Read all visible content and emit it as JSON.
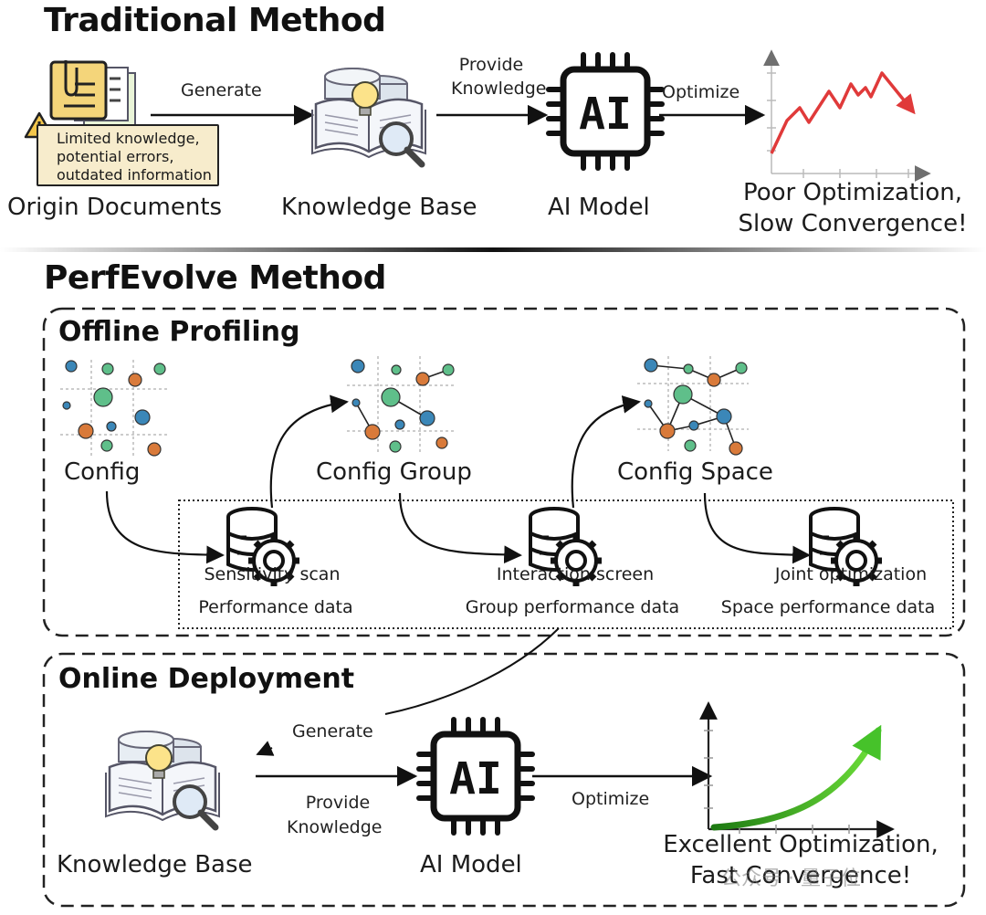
{
  "traditional": {
    "title": "Traditional Method",
    "origin_label": "Origin Documents",
    "warning_lines": [
      "Limited knowledge,",
      "potential errors,",
      "outdated information"
    ],
    "generate_label": "Generate",
    "kb_label": "Knowledge Base",
    "provide_label_1": "Provide",
    "provide_label_2": "Knowledge",
    "ai_label": "AI Model",
    "optimize_label": "Optimize",
    "result_line_1": "Poor Optimization,",
    "result_line_2": "Slow Convergence!",
    "chip_text": "AI"
  },
  "perfevolve": {
    "title": "PerfEvolve Method",
    "offline": {
      "title": "Offline Profiling",
      "config_label": "Config",
      "group_label": "Config Group",
      "space_label": "Config Space",
      "stages": [
        {
          "step": "Sensitivity scan",
          "data": "Performance data"
        },
        {
          "step": "Interaction screen",
          "data": "Group performance data"
        },
        {
          "step": "Joint optimization",
          "data": "Space performance data"
        }
      ]
    },
    "online": {
      "title": "Online Deployment",
      "generate_label": "Generate",
      "kb_label": "Knowledge Base",
      "provide_label_1": "Provide",
      "provide_label_2": "Knowledge",
      "ai_label": "AI Model",
      "optimize_label": "Optimize",
      "result_line_1": "Excellent Optimization,",
      "result_line_2": "Fast Convergence!",
      "chip_text": "AI"
    }
  },
  "watermark": "公众号 · 量子位",
  "colors": {
    "bad_line": "#e03a3a",
    "good_curve": "#3fae1e",
    "node_blue": "#3b87b8",
    "node_green": "#5fbf8a",
    "node_orange": "#d97a3a",
    "note_fill": "#f7eccc",
    "doc_yellow": "#f4d57a"
  }
}
